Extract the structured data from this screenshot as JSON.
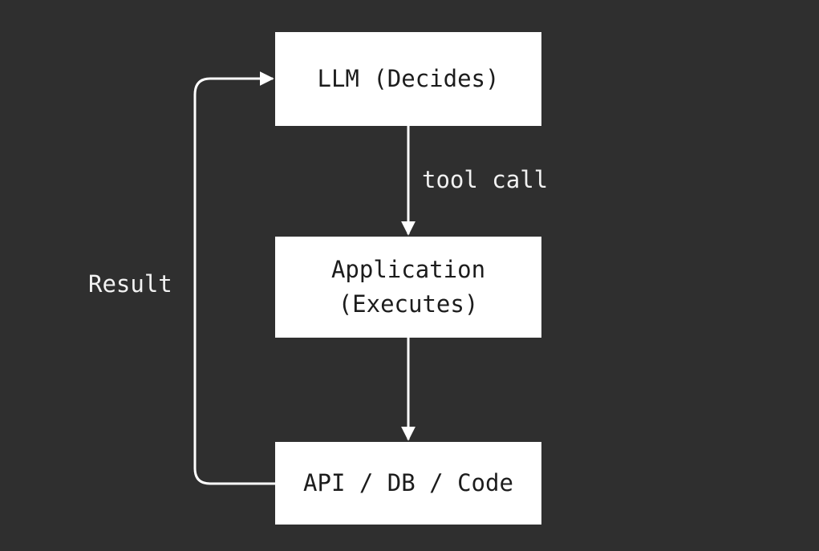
{
  "colors": {
    "background": "#2f2f2f",
    "node_fill": "#ffffff",
    "node_text": "#1c1c1c",
    "line": "#ffffff",
    "label_text": "#f2f2f2"
  },
  "nodes": {
    "llm": {
      "line1": "LLM (Decides)"
    },
    "application": {
      "line1": "Application",
      "line2": "(Executes)"
    },
    "api": {
      "line1": "API / DB / Code"
    }
  },
  "edges": {
    "llm_to_application": {
      "label": "tool call"
    },
    "application_to_api": {
      "label": ""
    },
    "api_to_llm": {
      "label": "Result"
    }
  }
}
